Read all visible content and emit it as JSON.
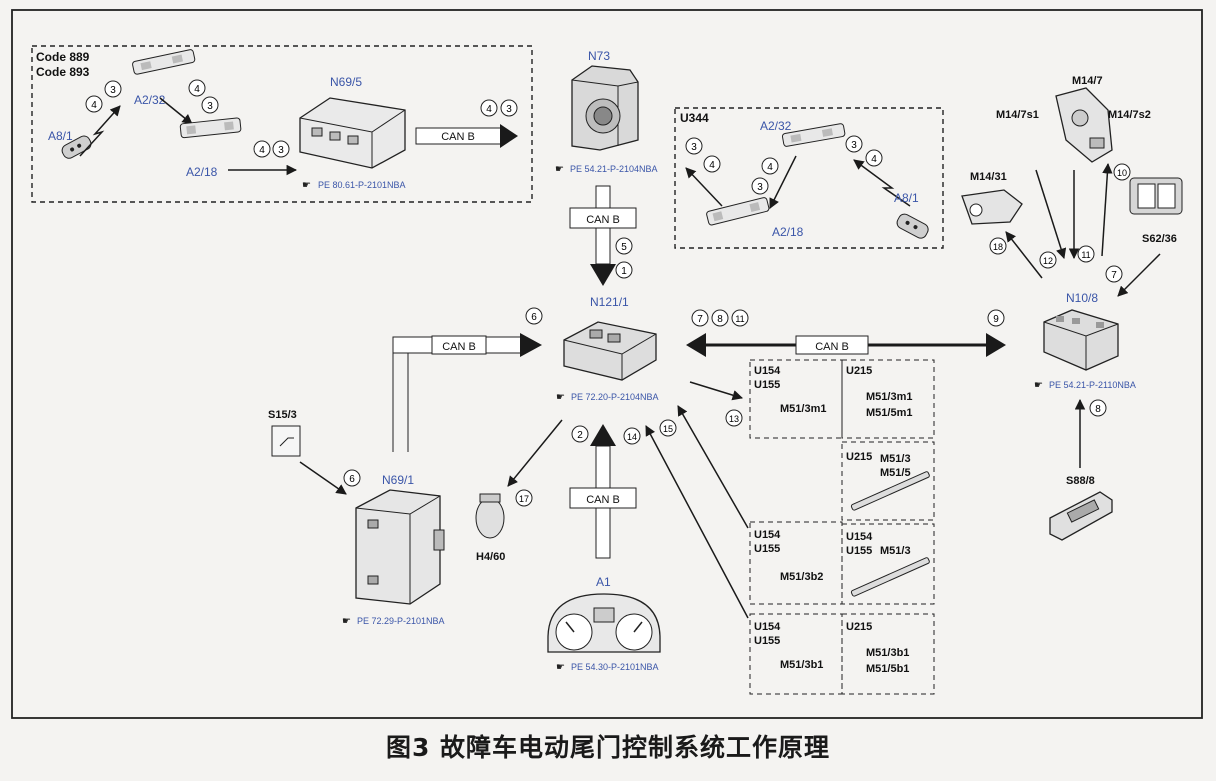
{
  "caption": "图3 故障车电动尾门控制系统工作原理",
  "colors": {
    "blue_label": "#3a55a8",
    "line": "#1a1a1a",
    "background": "#f4f3f1"
  },
  "components": {
    "n73": "N73",
    "n121_1": "N121/1",
    "n10_8": "N10/8",
    "n69_1": "N69/1",
    "n69_5": "N69/5",
    "a1": "A1",
    "a2_32": "A2/32",
    "a2_18": "A2/18",
    "a8_1": "A8/1",
    "s15_3": "S15/3",
    "s62_36": "S62/36",
    "s88_8": "S88/8",
    "h4_60": "H4/60",
    "m14_31": "M14/31",
    "m14_7": "M14/7",
    "m14_7s1": "M14/7s1",
    "m14_7s2": "M14/7s2"
  },
  "codes": {
    "code889": "Code 889",
    "code893": "Code 893",
    "u344": "U344"
  },
  "refs": {
    "n69_5": "PE 80.61-P-2101NBA",
    "n73": "PE 54.21-P-2104NBA",
    "n121_1": "PE 72.20-P-2104NBA",
    "n10_8": "PE 54.21-P-2110NBA",
    "n69_1": "PE 72.29-P-2101NBA",
    "a1": "PE 54.30-P-2101NBA"
  },
  "bus_label": "CAN B",
  "variant_boxes": {
    "top_left_variants": "U154 U155",
    "top_left_motor": "M51/3m1",
    "top_right_variant": "U215",
    "top_right_motor1": "M51/3m1",
    "top_right_motor2": "M51/5m1",
    "strut1_variant": "U215",
    "strut1_motor1": "M51/3",
    "strut1_motor2": "M51/5",
    "mid_left_variants": "U154 U155",
    "mid_left_motor": "M51/3b2",
    "strut2_variant": "U154 U155",
    "strut2_motor": "M51/3",
    "bot_left_variants": "U154 U155",
    "bot_left_motor": "M51/3b1",
    "bot_right_variant": "U215",
    "bot_right_motor1": "M51/3b1",
    "bot_right_motor2": "M51/5b1"
  },
  "steps": [
    "1",
    "2",
    "3",
    "4",
    "5",
    "6",
    "7",
    "8",
    "9",
    "10",
    "11",
    "12",
    "13",
    "14",
    "15",
    "17",
    "18"
  ],
  "icons": [
    "key-fob-icon",
    "antenna-icon",
    "module-icon",
    "ignition-lock-icon",
    "switch-icon",
    "lamp-icon",
    "instrument-cluster-icon",
    "strut-icon",
    "latch-icon",
    "handle-icon"
  ]
}
